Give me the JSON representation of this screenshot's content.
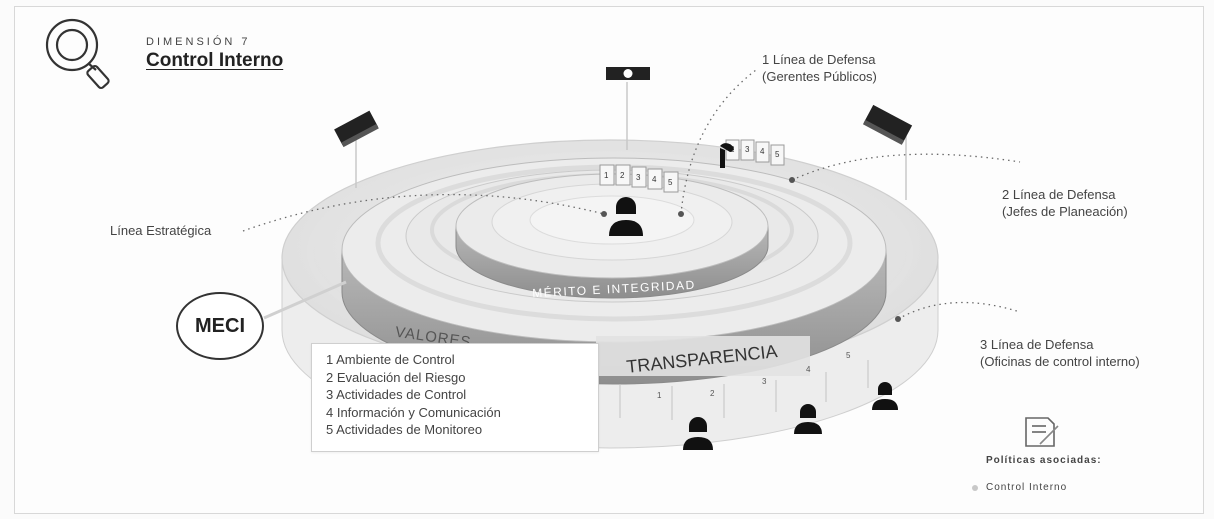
{
  "header": {
    "dimension_label": "DIMENSIÓN 7",
    "title": "Control Interno"
  },
  "lines": {
    "first_title": "1 Línea de Defensa",
    "first_sub": "(Gerentes Públicos)",
    "second_title": "2 Línea de Defensa",
    "second_sub": "(Jefes de Planeación)",
    "third_title": "3 Línea de Defensa",
    "third_sub": "(Oficinas de control interno)",
    "strategic": "Línea Estratégica"
  },
  "meci": "MECI",
  "rings": {
    "inner": "MÉRITO E INTEGRIDAD",
    "middle": "VALORES",
    "outer": "TRANSPARENCIA"
  },
  "components": [
    "1  Ambiente de Control",
    "2  Evaluación del Riesgo",
    "3  Actividades de Control",
    "4  Información y Comunicación",
    "5  Actividades de Monitoreo"
  ],
  "door_numbers": [
    "1",
    "2",
    "3",
    "4",
    "5"
  ],
  "policies": {
    "title": "Políticas asociadas:",
    "item": "Control Interno"
  },
  "colors": {
    "ink": "#333333",
    "ring_band": "#a9a9a9",
    "ring_band_dark": "#8c8c8c",
    "dotted_line": "#6a6a6a"
  },
  "icons": [
    "magnifier-icon",
    "camera-icon",
    "book-icon",
    "person-icon",
    "document-check-icon"
  ]
}
